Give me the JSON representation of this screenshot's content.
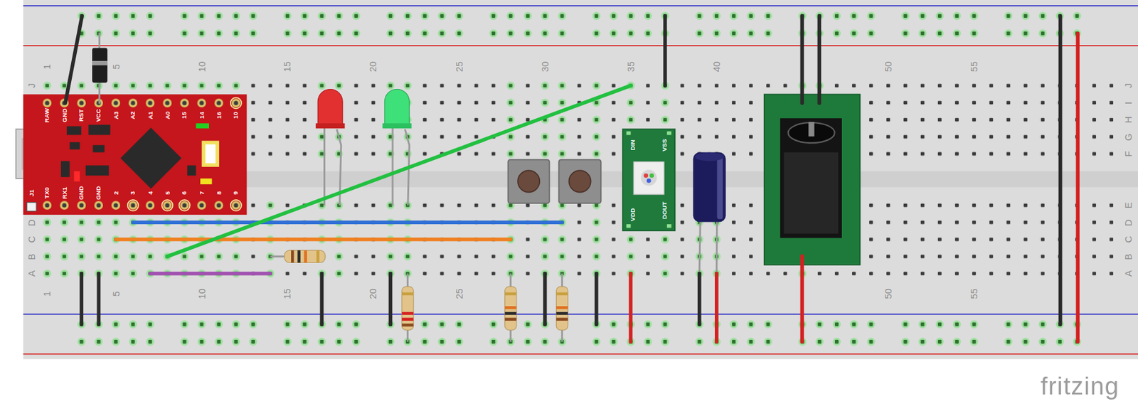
{
  "diagram": {
    "nodes": [
      {
        "text": [
          "RAW",
          "GND",
          "RST",
          "VCC",
          "A3",
          "A2",
          "A1",
          "A0",
          "15",
          "14",
          "16",
          "10",
          "J1",
          "TX0",
          "RX1",
          "GND",
          "GND",
          "2",
          "3",
          "4",
          "5",
          "6",
          "7",
          "8",
          "9"
        ]
      },
      {
        "text": [
          "DIN",
          "VSS",
          "VDD",
          "DOUT"
        ]
      }
    ],
    "labels": [
      "1",
      "5",
      "10",
      "15",
      "20",
      "25",
      "30",
      "35",
      "40",
      "50",
      "55",
      "J",
      "J",
      "I",
      "H",
      "G",
      "F",
      "E",
      "D",
      "C",
      "B",
      "A",
      "D",
      "C",
      "B",
      "A",
      "1",
      "5",
      "10",
      "15",
      "20",
      "25",
      "50",
      "55",
      "fritzing"
    ]
  }
}
